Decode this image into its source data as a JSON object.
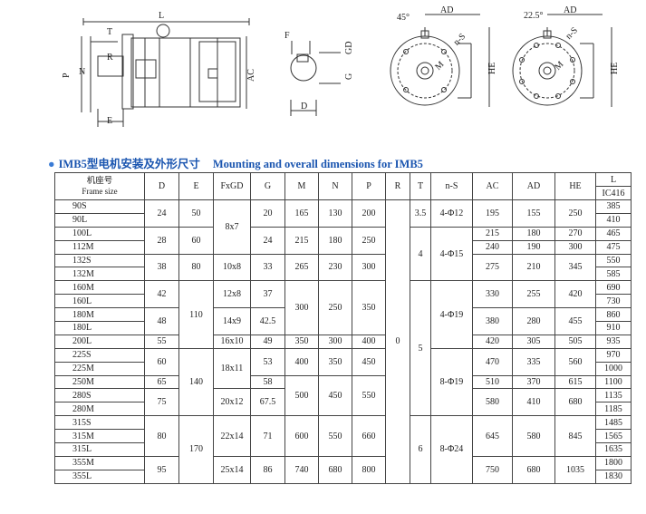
{
  "drawings": {
    "side_view_labels": {
      "L": "L",
      "T": "T",
      "R": "R",
      "P": "P",
      "N": "N",
      "E": "E",
      "AC": "AC"
    },
    "shaft_labels": {
      "F": "F",
      "GD": "GD",
      "G": "G",
      "D": "D"
    },
    "flange1_labels": {
      "angle": "45°",
      "AD": "AD",
      "nS": "n-S",
      "M": "M",
      "HE": "HE"
    },
    "flange2_labels": {
      "angle": "22.5°",
      "AD": "AD",
      "nS": "n-S",
      "M": "M",
      "HE": "HE"
    }
  },
  "heading": {
    "cn": "IMB5型电机安装及外形尺寸",
    "en": "Mounting and overall dimensions for IMB5"
  },
  "table": {
    "h": {
      "frame_cn": "机座号",
      "frame_en": "Frame size",
      "D": "D",
      "E": "E",
      "FxGD": "FxGD",
      "G": "G",
      "M": "M",
      "N": "N",
      "P": "P",
      "R": "R",
      "T": "T",
      "nS": "n-S",
      "AC": "AC",
      "AD": "AD",
      "HE": "HE",
      "L": "L",
      "IC": "IC416"
    },
    "frames": [
      "90S",
      "90L",
      "100L",
      "112M",
      "132S",
      "132M",
      "160M",
      "160L",
      "180M",
      "180L",
      "200L",
      "225S",
      "225M",
      "250M",
      "280S",
      "280M",
      "315S",
      "315M",
      "315L",
      "355M",
      "355L"
    ],
    "L": [
      "385",
      "410",
      "465",
      "475",
      "550",
      "585",
      "690",
      "730",
      "860",
      "910",
      "935",
      "970",
      "1000",
      "1100",
      "1135",
      "1185",
      "1485",
      "1565",
      "1635",
      "1800",
      "1830"
    ],
    "D": [
      "24",
      "28",
      "38",
      "42",
      "48",
      "55",
      "60",
      "65",
      "75",
      "80",
      "95"
    ],
    "E": [
      "50",
      "60",
      "80",
      "110",
      "140",
      "170"
    ],
    "FxGD": [
      "8x7",
      "10x8",
      "12x8",
      "14x9",
      "16x10",
      "18x11",
      "20x12",
      "22x14",
      "25x14"
    ],
    "G": [
      "20",
      "24",
      "33",
      "37",
      "42.5",
      "49",
      "53",
      "58",
      "67.5",
      "71",
      "86"
    ],
    "M": [
      "165",
      "215",
      "265",
      "300",
      "350",
      "400",
      "500",
      "600",
      "740"
    ],
    "N": [
      "130",
      "180",
      "230",
      "250",
      "300",
      "350",
      "450",
      "550",
      "680"
    ],
    "P": [
      "200",
      "250",
      "300",
      "350",
      "400",
      "450",
      "550",
      "660",
      "800"
    ],
    "R": [
      "0"
    ],
    "T": [
      "3.5",
      "4",
      "5",
      "6"
    ],
    "nS": [
      "4-Φ12",
      "4-Φ15",
      "4-Φ19",
      "8-Φ19",
      "8-Φ24"
    ],
    "AC": [
      "195",
      "215",
      "240",
      "275",
      "330",
      "380",
      "420",
      "470",
      "510",
      "580",
      "645",
      "750"
    ],
    "AD": [
      "155",
      "180",
      "190",
      "210",
      "255",
      "280",
      "305",
      "335",
      "370",
      "410",
      "580",
      "680"
    ],
    "HE": [
      "250",
      "270",
      "300",
      "345",
      "420",
      "455",
      "505",
      "560",
      "615",
      "680",
      "845",
      "1035"
    ]
  }
}
